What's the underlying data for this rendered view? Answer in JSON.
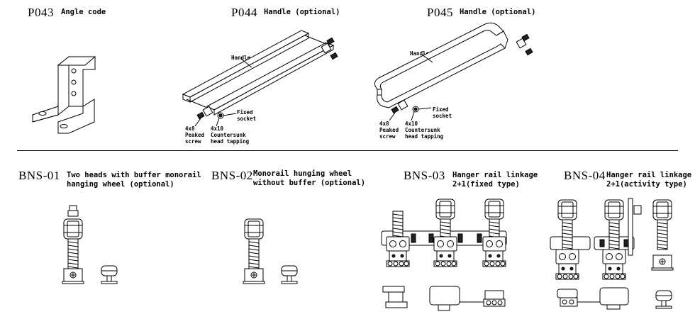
{
  "top_row": [
    {
      "code": "P043",
      "title": "Angle code"
    },
    {
      "code": "P044",
      "title": "Handle (optional)",
      "callouts": {
        "handle": "Handle",
        "fixed_socket": "Fixed\nsocket",
        "peaked_screw": "4x8\nPeaked\nscrew",
        "countersunk": "4x10\nCountersunk\nhead tapping"
      }
    },
    {
      "code": "P045",
      "title": "Handle (optional)",
      "callouts": {
        "handle": "Handle",
        "fixed_socket": "Fixed\nsocket",
        "peaked_screw": "4x8\nPeaked\nscrew",
        "countersunk": "4x10\nCountersunk\nhead tapping"
      }
    }
  ],
  "bottom_row": [
    {
      "code": "BNS-01",
      "title": "Two heads with buffer monorail\nhanging wheel (optional)"
    },
    {
      "code": "BNS-02",
      "title": "Monorail hunging wheel\nwithout buffer (optional)"
    },
    {
      "code": "BNS-03",
      "title": "Hanger rail linkage\n2+1(fixed type)"
    },
    {
      "code": "BNS-04",
      "title": "Hanger rail linkage\n2+1(activity type)"
    }
  ]
}
